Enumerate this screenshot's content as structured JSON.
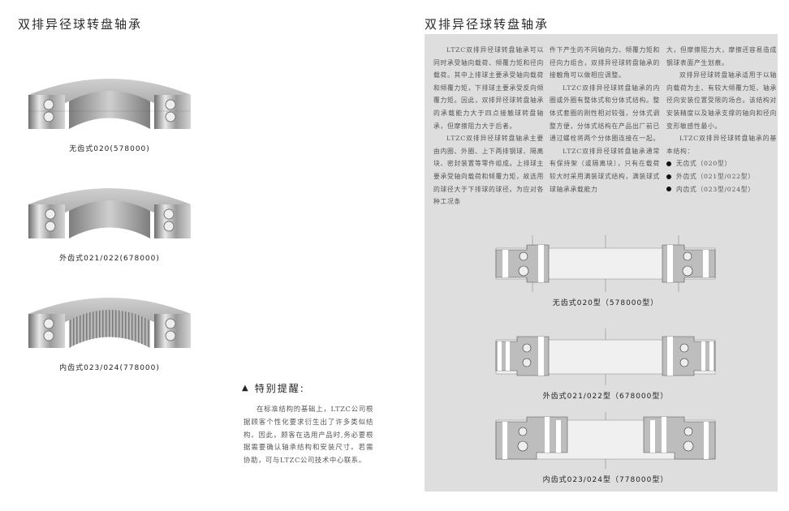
{
  "left_page": {
    "title": "双排异径球转盘轴承",
    "products": [
      {
        "caption": "无齿式020(578000)",
        "type": "no-gear"
      },
      {
        "caption": "外齿式021/022(678000)",
        "type": "external-gear"
      },
      {
        "caption": "内齿式023/024(778000)",
        "type": "internal-gear"
      }
    ],
    "reminder": {
      "icon": "▲",
      "title": "特别提醒:",
      "body": "在标准结构的基础上，LTZC公司根据顾客个性化要求衍生出了许多类似结构。因此，顾客在选用产品时,务必要根据需要确认轴承结构和安装尺寸。若需协助，可与LTZC公司技术中心联系。"
    }
  },
  "right_page": {
    "title": "双排异径球转盘轴承",
    "panel_color": "#dedede",
    "columns": {
      "col1": [
        "LTZC双排异径球转盘轴承可以同时承受轴向载荷、倾覆力矩和径向载荷。其中上排球主要承受轴向载荷和倾覆力矩，下排球主要承受反向倾覆力矩。因此，双排异径球转盘轴承的承载能力大于四点接触球转盘轴承，但摩擦阻力大于后者。",
        "LTZC双排异径球转盘轴承主要由内圈、外圈、上下两排钢球、隔离块、密封装置等零件组成。上排球主要承受轴向载荷和倾覆力矩，故选用的球径大于下排球的球径。为应对各种工况条"
      ],
      "col2": [
        "件下产生的不同轴向力、倾覆力矩和径向力组合，双排异径球转盘轴承的接触角可以做相应调整。",
        "LTZC双排异径球转盘轴承的内圈或外圈有整体式和分体式结构。整体式套圈的刚性相对较强，分体式调整方便，分体式结构在产品出厂前已通过螺栓将两个分体圈连接在一起。",
        "LTZC双排异径球转盘轴承通常有保持架（或隔离块），只有在载荷较大时采用满装球式结构，满装球式球轴承承载能力"
      ],
      "col3": [
        "大，但摩擦阻力大，摩擦还容易造成钢球表面产生划痕。",
        "双排异径球转盘轴承适用于以轴向载荷为主、有较大倾覆力矩、轴承径向安装位置受限的场合。该结构对安装精度以及轴承支撑的轴向和径向变形敏感性最小。",
        "LTZC双排异径球转盘轴承的基本结构："
      ],
      "structures": [
        "无齿式（020型）",
        "外齿式（021型/022型）",
        "内齿式（023型/024型）"
      ]
    },
    "diagrams": [
      {
        "caption": "无齿式020型（578000型）",
        "type": "no-gear"
      },
      {
        "caption": "外齿式021/022型（678000型）",
        "type": "external-gear"
      },
      {
        "caption": "内齿式023/024型（778000型）",
        "type": "internal-gear"
      }
    ]
  }
}
